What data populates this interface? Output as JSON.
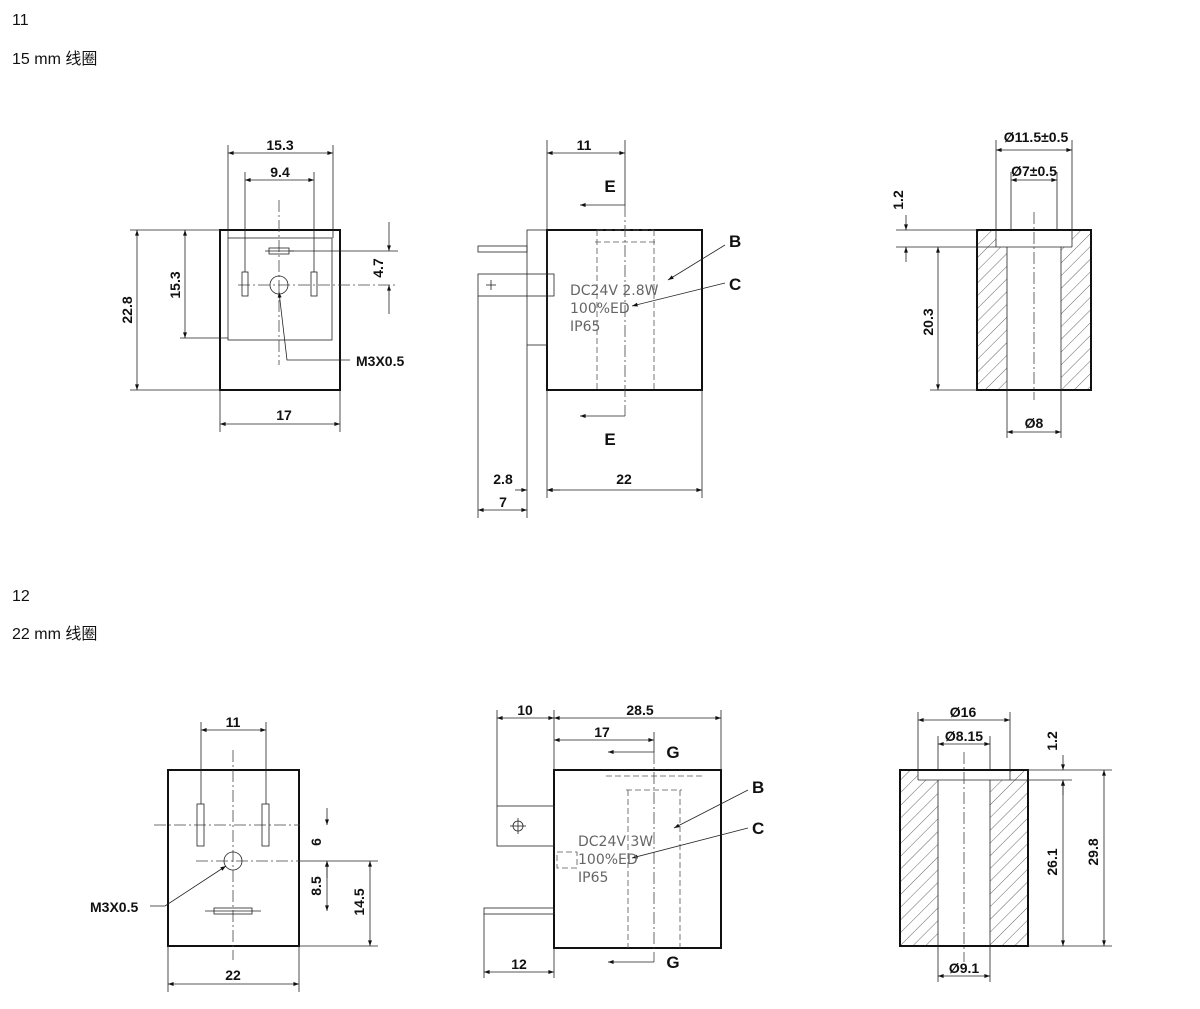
{
  "sections": [
    {
      "number": "11",
      "title": "15 mm 线圈",
      "front": {
        "w": "15.3",
        "inner": "9.4",
        "h": "22.8",
        "ih": "15.3",
        "pin": "4.7",
        "bottom": "17",
        "thread": "M3X0.5"
      },
      "side": {
        "top": "11",
        "cut": "E",
        "b": "B",
        "c": "C",
        "m1": "DC24V  2.8W",
        "m2": "100%ED",
        "m3": "IP65",
        "p1": "2.8",
        "p2": "7",
        "len": "22"
      },
      "section": {
        "d1": "Ø11.5±0.5",
        "d2": "Ø7±0.5",
        "t": "1.2",
        "h": "20.3",
        "bore": "Ø8"
      }
    },
    {
      "number": "12",
      "title": "22 mm 线圈",
      "front": {
        "w": "11",
        "thread": "M3X0.5",
        "a": "6",
        "b": "8.5",
        "c": "14.5",
        "bottom": "22"
      },
      "side": {
        "t1": "10",
        "t2": "28.5",
        "t3": "17",
        "cut": "G",
        "b": "B",
        "c": "C",
        "m1": "DC24V   3W",
        "m2": "100%ED",
        "m3": "IP65",
        "bottom": "12"
      },
      "section": {
        "d1": "Ø16",
        "d2": "Ø8.15",
        "t": "1.2",
        "h1": "26.1",
        "h2": "29.8",
        "bore": "Ø9.1"
      }
    }
  ]
}
